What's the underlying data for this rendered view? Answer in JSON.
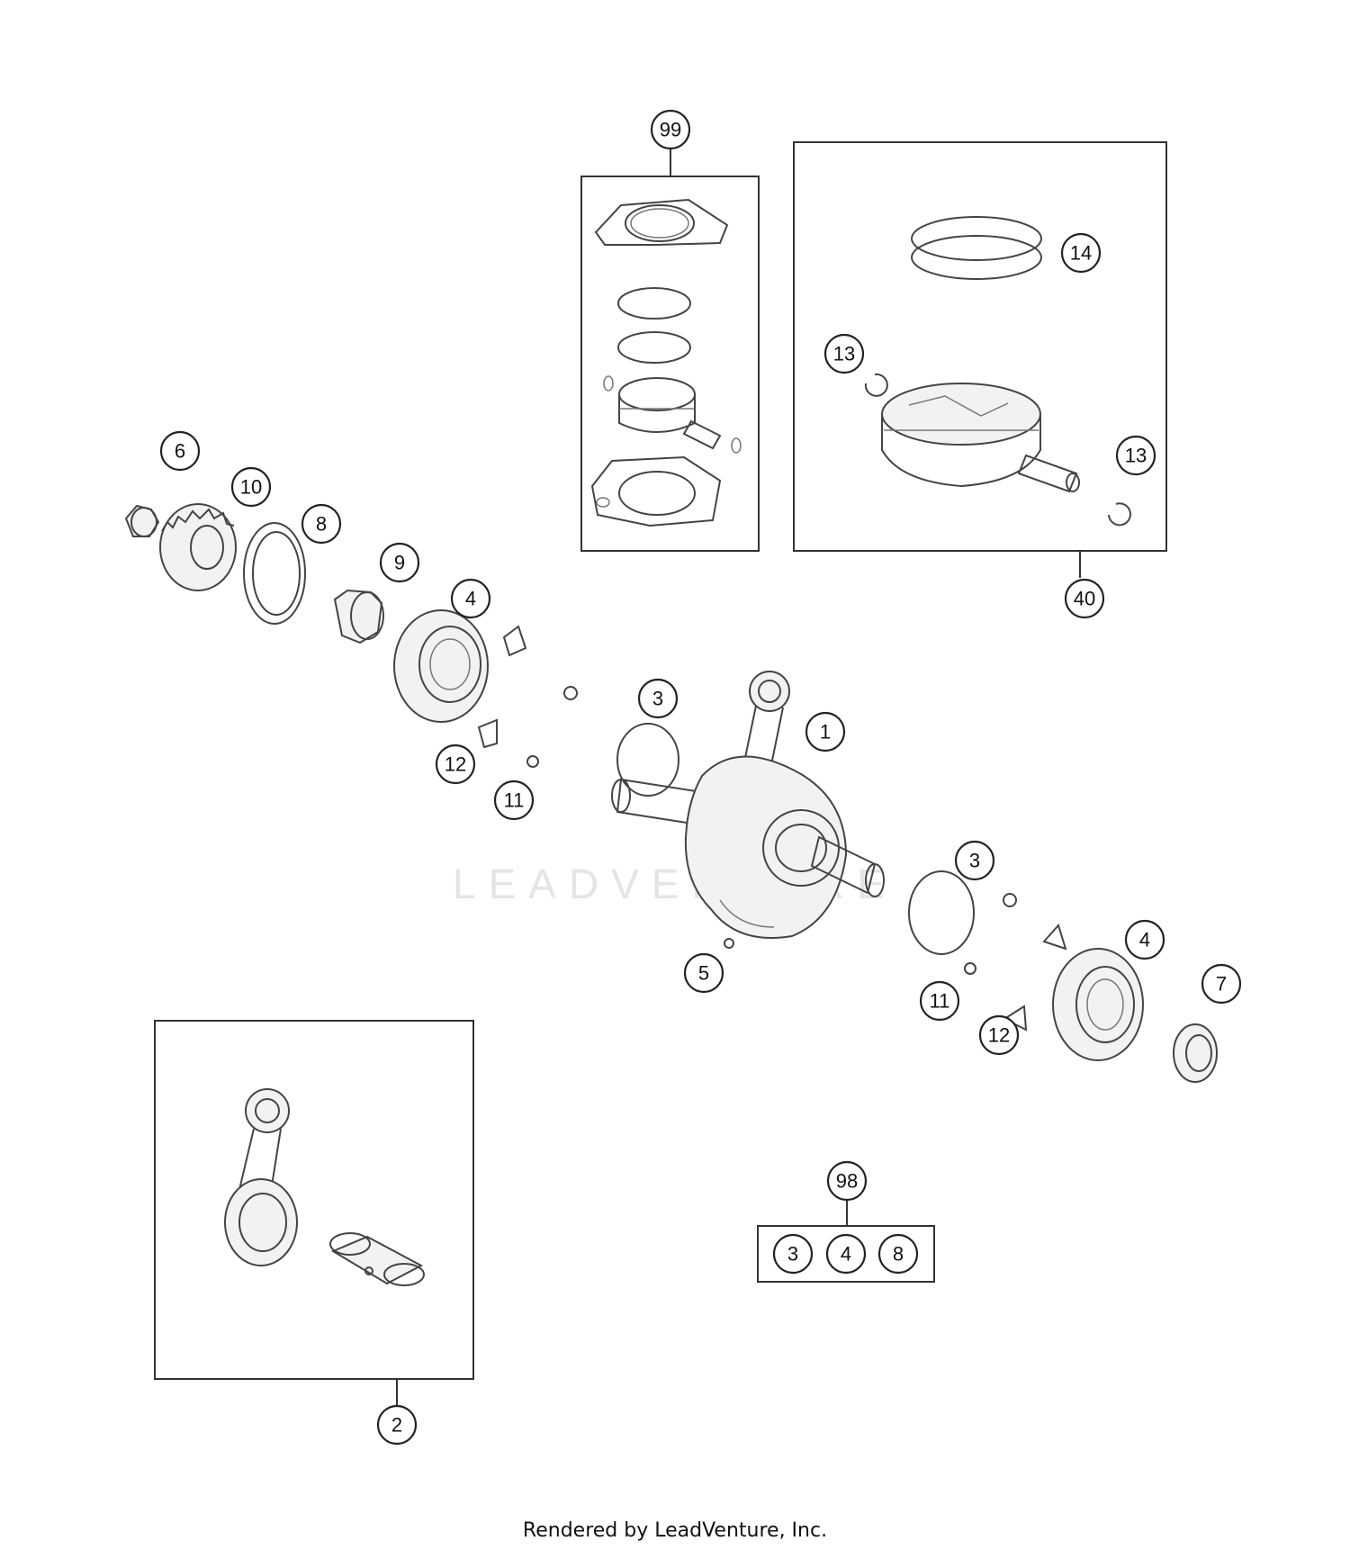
{
  "watermark": "LEADVENTURE",
  "credit": "Rendered by LeadVenture, Inc.",
  "callouts": {
    "c99": "99",
    "c40": "40",
    "c14": "14",
    "c13a": "13",
    "c13b": "13",
    "c6": "6",
    "c10": "10",
    "c8": "8",
    "c9": "9",
    "c4a": "4",
    "c3a": "3",
    "c1": "1",
    "c12a": "12",
    "c11a": "11",
    "c3b": "3",
    "c4b": "4",
    "c7": "7",
    "c11b": "11",
    "c12b": "12",
    "c5": "5",
    "c98": "98",
    "c98_3": "3",
    "c98_4": "4",
    "c98_8": "8",
    "c2": "2"
  }
}
